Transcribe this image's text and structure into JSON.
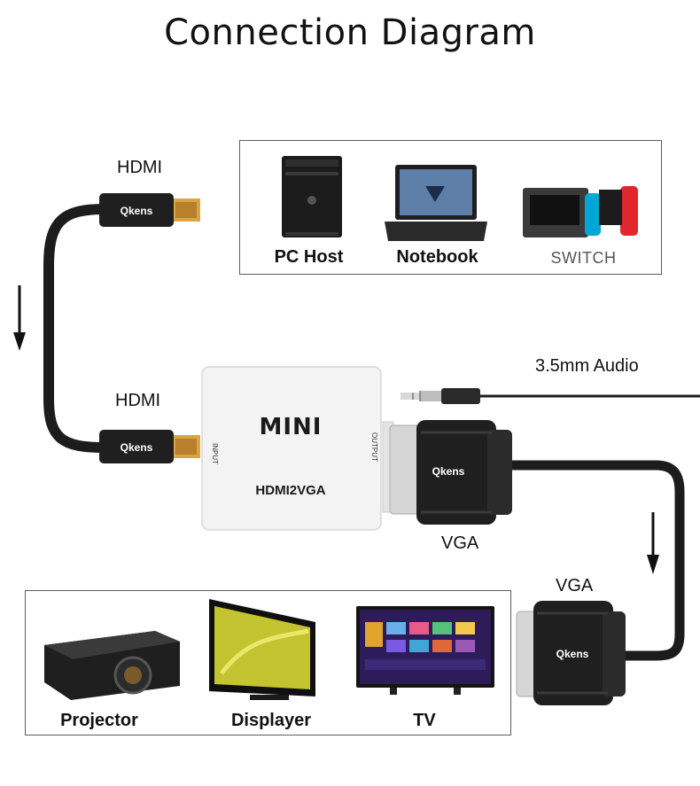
{
  "title": "Connection Diagram",
  "labels": {
    "hdmi_top": "HDMI",
    "hdmi_bottom": "HDMI",
    "audio": "3.5mm Audio",
    "vga_adapter": "VGA",
    "vga_cable": "VGA"
  },
  "adapter": {
    "brand": "MINI",
    "model": "HDMI2VGA",
    "input_label": "INPUT",
    "output_label": "OUTPUT"
  },
  "cable_brand": "Qkens",
  "source_devices": [
    {
      "label": "PC Host",
      "icon": "pc-tower-icon"
    },
    {
      "label": "Notebook",
      "icon": "notebook-icon"
    },
    {
      "label": "SWITCH",
      "icon": "switch-console-icon"
    }
  ],
  "display_devices": [
    {
      "label": "Projector",
      "icon": "projector-icon"
    },
    {
      "label": "Displayer",
      "icon": "monitor-icon"
    },
    {
      "label": "TV",
      "icon": "tv-icon"
    }
  ],
  "colors": {
    "cable": "#1c1c1c",
    "gold": "#d9a441",
    "adapter_body": "#f4f4f4",
    "arrow": "#111111",
    "switch_red": "#e2262e",
    "switch_blue": "#00a6d6"
  }
}
